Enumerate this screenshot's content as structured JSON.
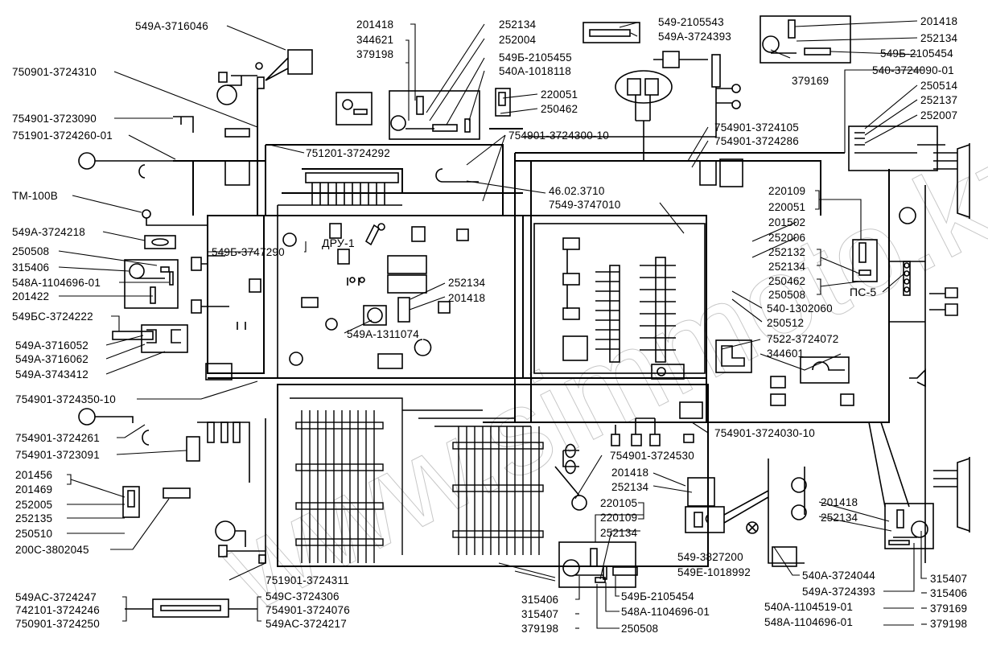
{
  "diagram": {
    "title": "Electrical wiring diagram (parts catalogue)",
    "watermark": "www.simmoto.kz",
    "colors": {
      "ink": "#000000",
      "paper": "#ffffff",
      "watermark": "#9a9a9a"
    },
    "internal_labels": {
      "dru": "ДРУ-1",
      "ps5": "ПС-5"
    },
    "labels": [
      {
        "id": "l01",
        "text": "549A-3716046"
      },
      {
        "id": "l02",
        "text": "750901-3724310"
      },
      {
        "id": "l03",
        "text": "754901-3723090"
      },
      {
        "id": "l04",
        "text": "751901-3724260-01"
      },
      {
        "id": "l05",
        "text": "TM-100B"
      },
      {
        "id": "l06",
        "text": "549A-3724218"
      },
      {
        "id": "l07",
        "text": "250508"
      },
      {
        "id": "l08",
        "text": "315406"
      },
      {
        "id": "l09",
        "text": "548A-1104696-01"
      },
      {
        "id": "l10",
        "text": "201422"
      },
      {
        "id": "l11",
        "text": "549БC-3724222"
      },
      {
        "id": "l12",
        "text": "549A-3716052"
      },
      {
        "id": "l13",
        "text": "549A-3716062"
      },
      {
        "id": "l14",
        "text": "549A-3743412"
      },
      {
        "id": "l15",
        "text": "754901-3724350-10"
      },
      {
        "id": "l16",
        "text": "754901-3724261"
      },
      {
        "id": "l17",
        "text": "754901-3723091"
      },
      {
        "id": "l18",
        "text": "201456"
      },
      {
        "id": "l19",
        "text": "201469"
      },
      {
        "id": "l20",
        "text": "252005"
      },
      {
        "id": "l21",
        "text": "252135"
      },
      {
        "id": "l22",
        "text": "250510"
      },
      {
        "id": "l23",
        "text": "200C-3802045"
      },
      {
        "id": "l24",
        "text": "549AC-3724247"
      },
      {
        "id": "l25",
        "text": "742101-3724246"
      },
      {
        "id": "l26",
        "text": "750901-3724250"
      },
      {
        "id": "l27",
        "text": "751901-3724311"
      },
      {
        "id": "l28",
        "text": "549C-3724306"
      },
      {
        "id": "l29",
        "text": "754901-3724076"
      },
      {
        "id": "l30",
        "text": "549AC-3724217"
      },
      {
        "id": "l31",
        "text": "201418"
      },
      {
        "id": "l32",
        "text": "344621"
      },
      {
        "id": "l33",
        "text": "379198"
      },
      {
        "id": "l34",
        "text": "252134"
      },
      {
        "id": "l35",
        "text": "252004"
      },
      {
        "id": "l36",
        "text": "549Б-2105455"
      },
      {
        "id": "l37",
        "text": "540A-1018118"
      },
      {
        "id": "l38",
        "text": "220051"
      },
      {
        "id": "l39",
        "text": "250462"
      },
      {
        "id": "l40",
        "text": "754901-3724300-10"
      },
      {
        "id": "l41",
        "text": "751201-3724292"
      },
      {
        "id": "l42",
        "text": "549Б-3747290"
      },
      {
        "id": "l43",
        "text": "46.02.3710"
      },
      {
        "id": "l44",
        "text": "7549-3747010"
      },
      {
        "id": "l45",
        "text": "252134"
      },
      {
        "id": "l46",
        "text": "201418"
      },
      {
        "id": "l47",
        "text": "549A-1311074"
      },
      {
        "id": "l48",
        "text": "549-2105543"
      },
      {
        "id": "l49",
        "text": "549A-3724393"
      },
      {
        "id": "l50",
        "text": "201418"
      },
      {
        "id": "l51",
        "text": "252134"
      },
      {
        "id": "l52",
        "text": "549Б-2105454"
      },
      {
        "id": "l53",
        "text": "379169"
      },
      {
        "id": "l54",
        "text": "540-3724090-01"
      },
      {
        "id": "l55",
        "text": "250514"
      },
      {
        "id": "l56",
        "text": "252137"
      },
      {
        "id": "l57",
        "text": "252007"
      },
      {
        "id": "l58",
        "text": "754901-3724105"
      },
      {
        "id": "l59",
        "text": "754901-3724286"
      },
      {
        "id": "l60",
        "text": "220109"
      },
      {
        "id": "l61",
        "text": "220051"
      },
      {
        "id": "l62",
        "text": "201502"
      },
      {
        "id": "l63",
        "text": "252006"
      },
      {
        "id": "l64",
        "text": "252132"
      },
      {
        "id": "l65",
        "text": "252134"
      },
      {
        "id": "l66",
        "text": "250462"
      },
      {
        "id": "l67",
        "text": "250508"
      },
      {
        "id": "l68",
        "text": "540-1302060"
      },
      {
        "id": "l69",
        "text": "250512"
      },
      {
        "id": "l70",
        "text": "7522-3724072"
      },
      {
        "id": "l71",
        "text": "344601"
      },
      {
        "id": "l72",
        "text": "754901-3724030-10"
      },
      {
        "id": "l73",
        "text": "754901-3724530"
      },
      {
        "id": "l74",
        "text": "201418"
      },
      {
        "id": "l75",
        "text": "252134"
      },
      {
        "id": "l76",
        "text": "220105"
      },
      {
        "id": "l77",
        "text": "220109"
      },
      {
        "id": "l78",
        "text": "252134"
      },
      {
        "id": "l79",
        "text": "549-3827200"
      },
      {
        "id": "l80",
        "text": "549E-1018992"
      },
      {
        "id": "l81",
        "text": "201418"
      },
      {
        "id": "l82",
        "text": "252134"
      },
      {
        "id": "l83",
        "text": "540A-3724044"
      },
      {
        "id": "l84",
        "text": "549A-3724393"
      },
      {
        "id": "l85",
        "text": "540A-1104519-01"
      },
      {
        "id": "l86",
        "text": "548A-1104696-01"
      },
      {
        "id": "l87",
        "text": "315407"
      },
      {
        "id": "l88",
        "text": "315406"
      },
      {
        "id": "l89",
        "text": "379169"
      },
      {
        "id": "l90",
        "text": "379198"
      },
      {
        "id": "l91",
        "text": "315406"
      },
      {
        "id": "l92",
        "text": "315407"
      },
      {
        "id": "l93",
        "text": "379198"
      },
      {
        "id": "l94",
        "text": "549Б-2105454"
      },
      {
        "id": "l95",
        "text": "548A-1104696-01"
      },
      {
        "id": "l96",
        "text": "250508"
      }
    ]
  }
}
